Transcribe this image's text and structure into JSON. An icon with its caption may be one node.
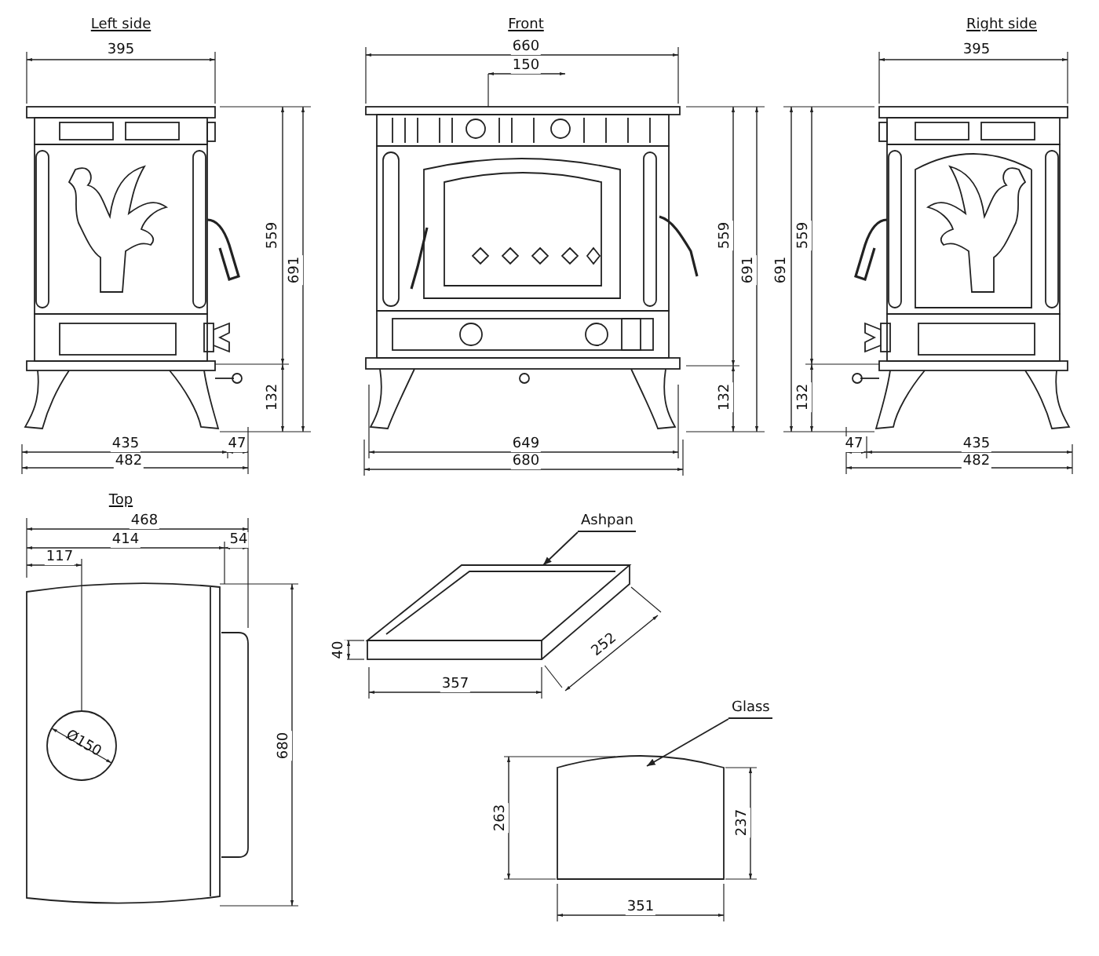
{
  "diagram": {
    "nodes": [
      {
        "text": [
          "Ashpan"
        ]
      },
      {
        "text": [],
        "shape": "picture"
      },
      {
        "text": [
          "Glass"
        ]
      },
      {
        "text": [],
        "shape": "picture"
      }
    ],
    "edges": [
      {
        "from": 0,
        "to": 1,
        "arrow": "to"
      },
      {
        "from": 2,
        "to": 3,
        "arrow": "to"
      }
    ],
    "labels": [
      "Left side",
      "395",
      "559",
      "691",
      "132",
      "435",
      "47",
      "482",
      "Front",
      "660",
      "150",
      "559",
      "691",
      "132",
      "649",
      "680",
      "Right side",
      "395",
      "691",
      "559",
      "132",
      "47",
      "435",
      "482",
      "Top",
      "468",
      "414",
      "54",
      "117",
      "Ø150",
      "680",
      "40",
      "357",
      "252",
      "263",
      "237",
      "351"
    ]
  }
}
